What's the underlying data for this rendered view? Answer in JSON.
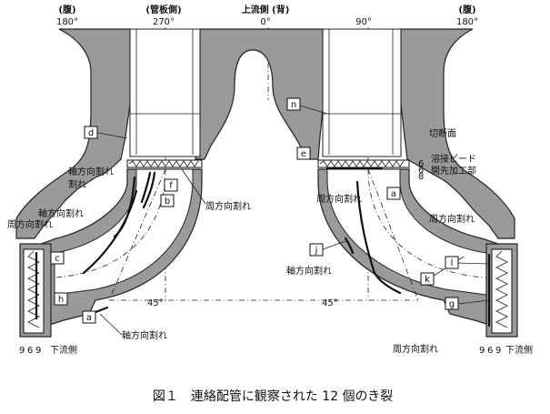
{
  "top_labels": [
    {
      "name": "belly-left",
      "line1": "(腹)",
      "line2": "180°"
    },
    {
      "name": "tubesheet-side",
      "line1": "(管板側)",
      "line2": "270°"
    },
    {
      "name": "upstream-back",
      "line1": "上流側 (背)",
      "line2": "0°"
    },
    {
      "name": "ninety",
      "line1": "",
      "line2": "90°"
    },
    {
      "name": "belly-right",
      "line1": "(腹)",
      "line2": "180°"
    }
  ],
  "crack_ids": {
    "a_left": "a",
    "b": "b",
    "c": "c",
    "d": "d",
    "e": "e",
    "f": "f",
    "g": "g",
    "h": "h",
    "j": "j",
    "k": "k",
    "l": "l",
    "n": "n",
    "a_right": "a"
  },
  "annotations": {
    "axial_crack": "軸方向割れ",
    "circumferential_crack": "周方向割れ",
    "cut_surface": "切断面",
    "weld_bead": "溶接ビード",
    "groove": "開先加工部",
    "downstream": "下流側",
    "angle": "45°"
  },
  "dims": {
    "left": [
      "9",
      "6",
      "9"
    ],
    "right": [
      "9",
      "6",
      "9"
    ],
    "bead": [
      "6",
      "6",
      "8"
    ]
  },
  "caption": "図１　連絡配管に観察された 12 個のき裂"
}
